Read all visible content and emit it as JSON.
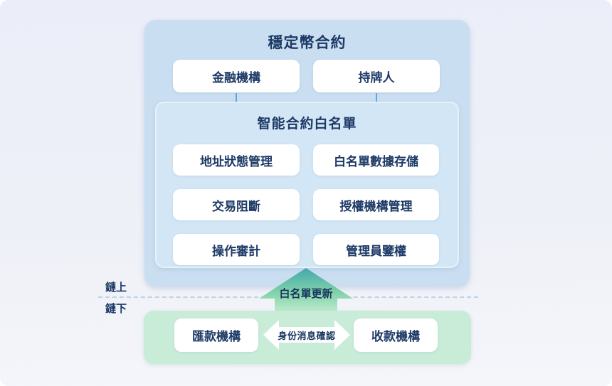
{
  "colors": {
    "bg_top": "#ebeef9",
    "bg_bottom": "#f5f6fa",
    "onchain_box": "#c9def0",
    "whitelist_box": "#d3e6f5",
    "whitelist_border": "#e6f1fa",
    "offchain_box": "#c9ecd9",
    "card": "#ffffff",
    "text": "#1d3a66",
    "flow_arrow": "#5ea7e0",
    "divider": "#9fc4e4",
    "update_arrow_top": "#43a8ad",
    "update_arrow_mid": "#7fd0a8",
    "update_arrow_bottom": "#bcebcd"
  },
  "onchain": {
    "title": "穩定幣合約",
    "actors": [
      {
        "label": "金融機構"
      },
      {
        "label": "持牌人"
      }
    ],
    "whitelist": {
      "title": "智能合約白名單",
      "modules": [
        {
          "label": "地址狀態管理"
        },
        {
          "label": "白名單數據存儲"
        },
        {
          "label": "交易阻斷"
        },
        {
          "label": "授權機構管理"
        },
        {
          "label": "操作審計"
        },
        {
          "label": "管理員鑒權"
        }
      ]
    }
  },
  "divider": {
    "onchain_label": "鏈上",
    "offchain_label": "鏈下"
  },
  "update_arrow": {
    "label": "白名單更新"
  },
  "offchain": {
    "sender": "匯款機構",
    "receiver": "收款機構",
    "exchange_label": "身份消息確認"
  }
}
